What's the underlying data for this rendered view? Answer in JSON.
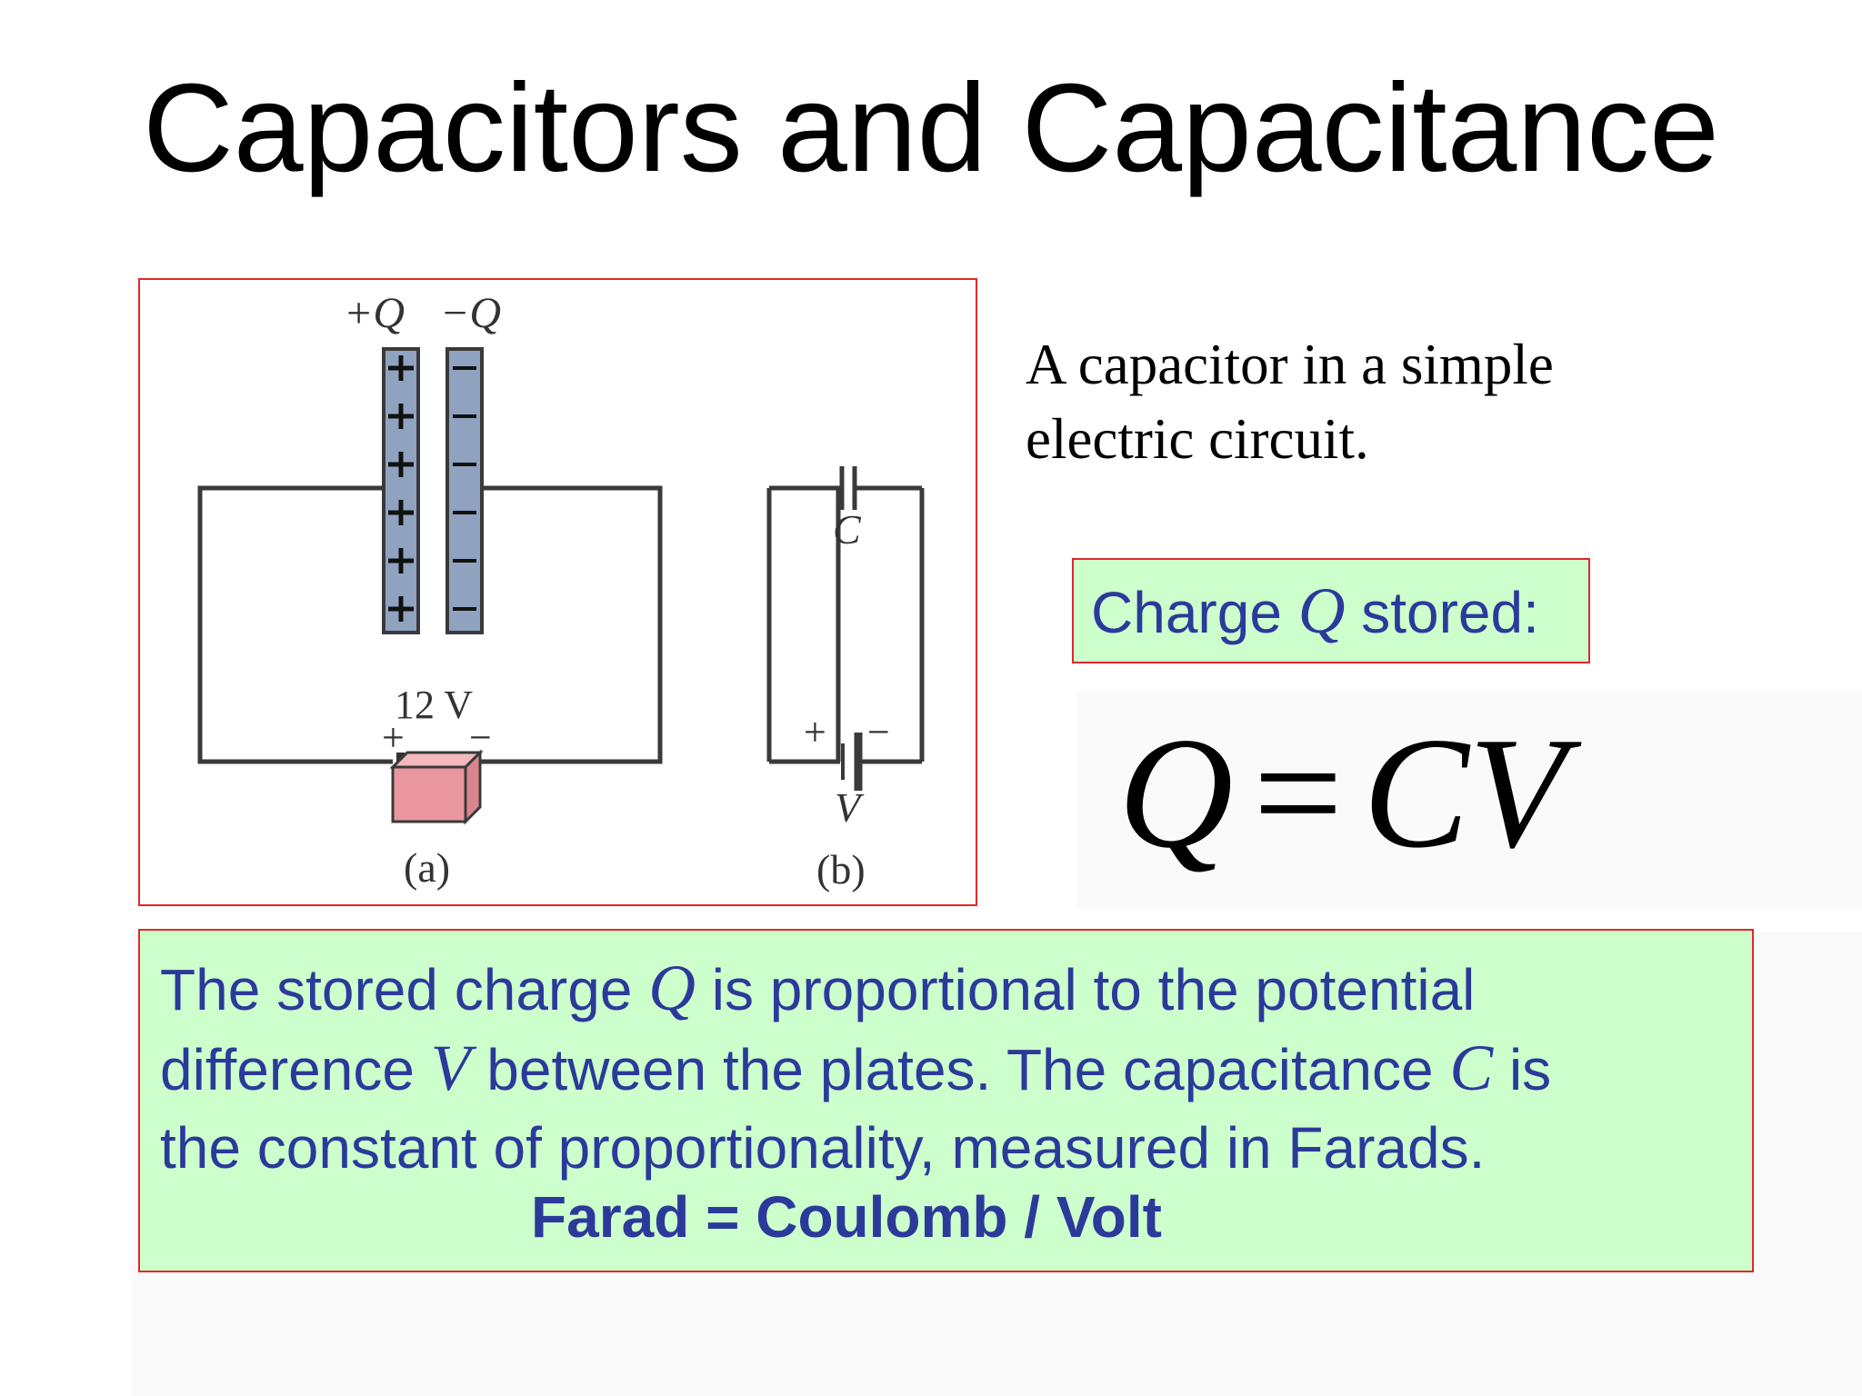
{
  "title": "Capacitors and Capacitance",
  "figure": {
    "plus_q": "+Q",
    "minus_q": "−Q",
    "plus_sign": "+",
    "minus_sign": "−",
    "battery_voltage": "12 V",
    "label_a": "(a)",
    "label_b": "(b)",
    "symbol_c": "C",
    "symbol_v": "V"
  },
  "caption": {
    "line1": "A capacitor in a simple",
    "line2": "electric circuit."
  },
  "charge_box": {
    "before": "Charge ",
    "var": "Q",
    "after": " stored:"
  },
  "formula": {
    "lhs": "Q",
    "eq": "=",
    "rhs": "CV"
  },
  "statement": {
    "line1_a": "The stored charge ",
    "line1_var": "Q",
    "line1_b": " is proportional to the potential",
    "line2_a": "difference ",
    "line2_var": "V",
    "line2_b": " between the plates. The capacitance ",
    "line2_var2": "C",
    "line2_c": " is",
    "line3": "the constant of proportionality, measured in Farads.",
    "unit_definition": "Farad = Coulomb / Volt"
  },
  "colors": {
    "frame_border": "#e0282b",
    "box_fill": "#ccffcc",
    "text_blue": "#2b3a9a",
    "plate_fill": "#8fa3c0",
    "battery_fill": "#e8979e"
  }
}
